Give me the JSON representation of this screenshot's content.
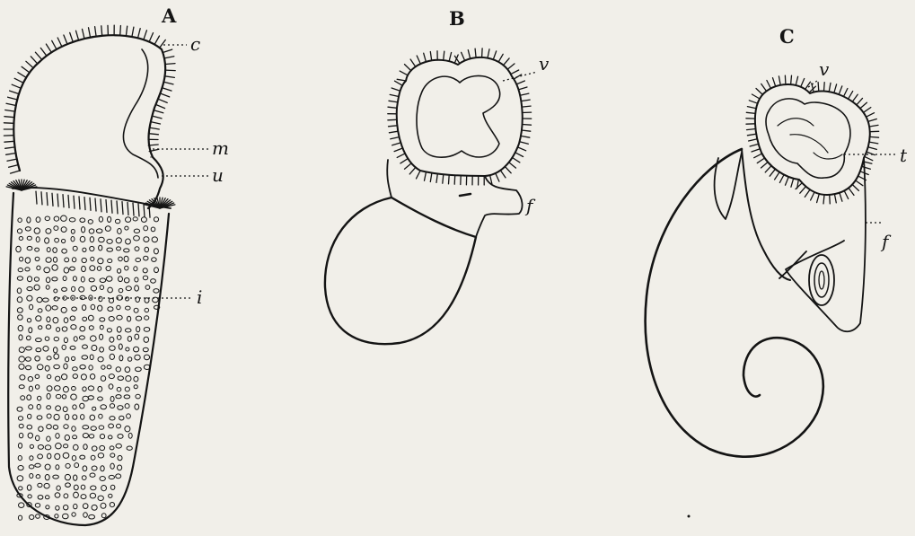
{
  "figure": {
    "panels": [
      {
        "id": "A",
        "label": "A",
        "parts": [
          "c",
          "m",
          "u",
          "i"
        ]
      },
      {
        "id": "B",
        "label": "B",
        "parts": [
          "v",
          "f"
        ]
      },
      {
        "id": "C",
        "label": "C",
        "parts": [
          "v",
          "t",
          "f"
        ]
      }
    ],
    "ink_color": "#141414",
    "paper_color": "#f1efe9"
  }
}
